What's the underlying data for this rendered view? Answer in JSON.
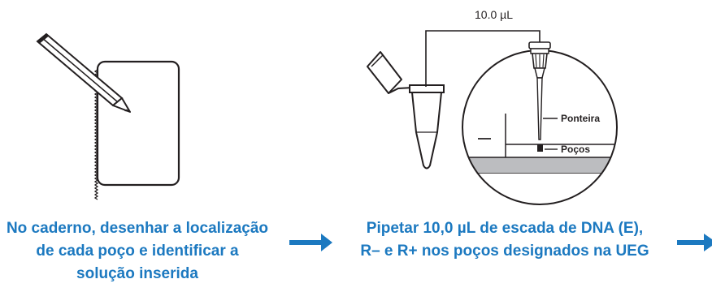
{
  "step1": {
    "caption_lines": [
      "No caderno, desenhar a localização",
      "de cada poço e identificar a",
      "solução inserida"
    ],
    "icon": "pencil-and-notebook"
  },
  "step2": {
    "volume_label": "10.0 µL",
    "tip_label": "Ponteira",
    "wells_label": "Poços",
    "caption_lines": [
      "Pipetar 10,0 µL de escada de DNA (E),",
      "R– e R+ nos poços designados na UEG"
    ],
    "icon": "microtube-and-pipette"
  },
  "colors": {
    "caption": "#1c79c0",
    "arrow": "#1c79c0",
    "line_art": "#231f20",
    "gel_tray": "#bcbdc0"
  }
}
